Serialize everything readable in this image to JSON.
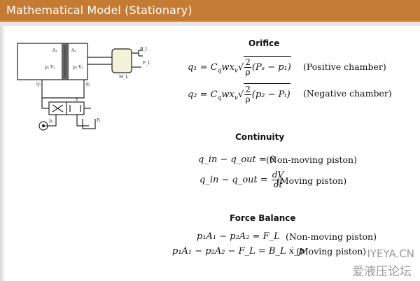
{
  "header": {
    "title": "Mathematical Model (Stationary)"
  },
  "diagram": {
    "labels": {
      "a1": "A₁",
      "a2": "A₂",
      "p1v1": "p₁ V₁",
      "p2v2": "p₂ V₂",
      "q1": "q₁",
      "q2": "q₂",
      "ps": "Pₛ",
      "pt": "Pₜ",
      "x": "x",
      "bl": "B_L",
      "fl": "F_L",
      "ml": "M_L"
    }
  },
  "orifice": {
    "heading": "Orifice",
    "eq1": {
      "lhs": "q₁ = C",
      "mid": "wx",
      "frac_num": "2",
      "frac_den": "ρ",
      "rest": "(Pₛ − p₁)",
      "desc": "(Positive chamber)"
    },
    "eq2": {
      "lhs": "q₂ = C",
      "mid": "wx",
      "frac_num": "2",
      "frac_den": "ρ",
      "rest": "(p₂ − Pₜ)",
      "desc": "(Negative chamber)"
    }
  },
  "continuity": {
    "heading": "Continuity",
    "eq1": {
      "text": "q_in − q_out = 0",
      "desc": "(Non-moving piston)"
    },
    "eq2": {
      "lhs": "q_in − q_out =",
      "frac_num": "dV",
      "frac_den": "dt",
      "desc": "(Moving piston)"
    }
  },
  "force": {
    "heading": "Force Balance",
    "eq1": {
      "text": "p₁A₁ − p₂A₂ = F_L",
      "desc": "(Non-moving piston)"
    },
    "eq2": {
      "text": "p₁A₁ − p₂A₂ − F_L = B_L ẋ_p",
      "desc": "(Moving piston)"
    }
  },
  "watermark": {
    "url": "IYEYA.CN",
    "cn": "爱液压论坛"
  }
}
